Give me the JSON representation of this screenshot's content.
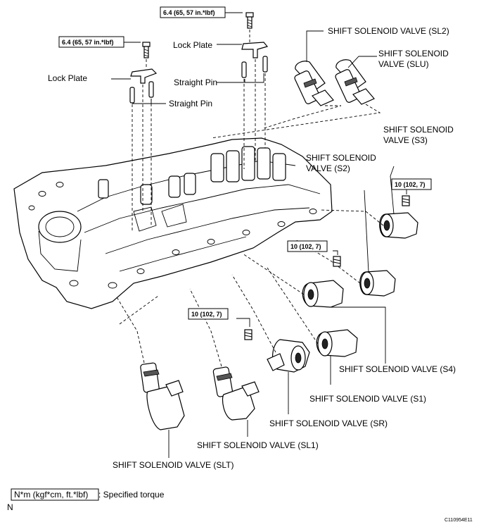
{
  "labels": {
    "sl2": "SHIFT SOLENOID VALVE (SL2)",
    "slu_line1": "SHIFT SOLENOID",
    "slu_line2": "VALVE (SLU)",
    "s3_line1": "SHIFT SOLENOID",
    "s3_line2": "VALVE (S3)",
    "s2_line1": "SHIFT SOLENOID",
    "s2_line2": "VALVE (S2)",
    "s4": "SHIFT SOLENOID VALVE (S4)",
    "s1": "SHIFT SOLENOID VALVE (S1)",
    "sr": "SHIFT SOLENOID VALVE (SR)",
    "sl1": "SHIFT SOLENOID VALVE (SL1)",
    "slt": "SHIFT SOLENOID VALVE (SLT)",
    "lock_plate_left": "Lock Plate",
    "lock_plate_top": "Lock Plate",
    "straight_pin_top": "Straight Pin",
    "straight_pin_left": "Straight Pin"
  },
  "torques": {
    "top": "6.4 (65, 57 in.*lbf)",
    "left": "6.4 (65, 57 in.*lbf)",
    "right_s3": "10 (102, 7)",
    "mid_s2": "10 (102, 7)",
    "bottom_sr": "10 (102, 7)"
  },
  "legend": {
    "box_text": "N*m (kgf*cm, ft.*lbf)",
    "description": ": Specified torque",
    "unit_mark": "N"
  },
  "figure_code": "C110954E11"
}
